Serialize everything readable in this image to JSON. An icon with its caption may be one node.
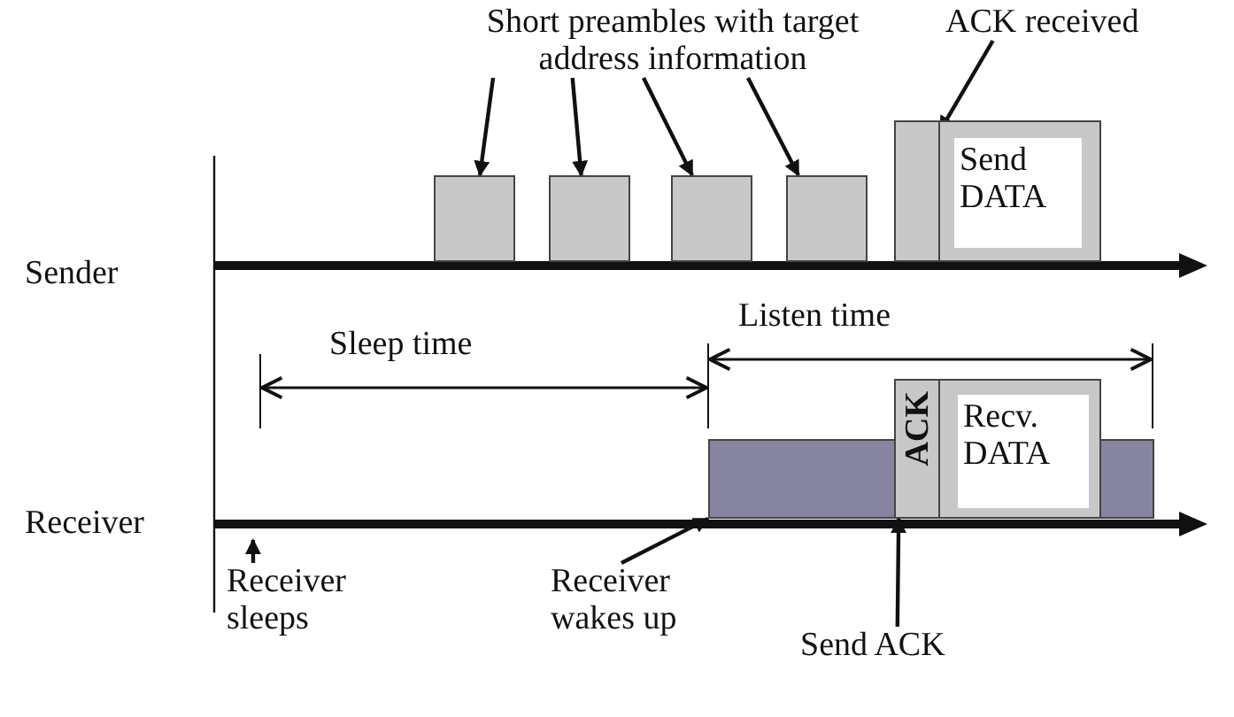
{
  "diagram": {
    "nodes": [
      {
        "text": [
          "Short preambles with target address information"
        ]
      },
      {
        "text": [],
        "shape": "box"
      },
      {
        "text": [],
        "shape": "box"
      },
      {
        "text": [],
        "shape": "box"
      },
      {
        "text": [],
        "shape": "box"
      },
      {
        "text": [
          "ACK received"
        ]
      },
      {
        "text": [],
        "shape": "box"
      },
      {
        "text": [
          "Send DATA"
        ]
      },
      {
        "text": [],
        "shape": "bar"
      },
      {
        "text": [
          "ACK"
        ]
      },
      {
        "text": [
          "Recv. DATA"
        ]
      },
      {
        "text": [
          "Receiver sleeps"
        ]
      },
      {
        "text": [
          "Receiver wakes up"
        ]
      },
      {
        "text": [
          "Send ACK"
        ]
      },
      {
        "text": [],
        "shape": "arrow"
      }
    ],
    "edges": [
      {
        "from": 0,
        "to": 1,
        "arrow": "to"
      },
      {
        "from": 0,
        "to": 2,
        "arrow": "to"
      },
      {
        "from": 0,
        "to": 3,
        "arrow": "to"
      },
      {
        "from": 0,
        "to": 4,
        "arrow": "to"
      },
      {
        "from": 5,
        "to": 6,
        "arrow": "to"
      },
      {
        "from": 11,
        "to": 14,
        "arrow": "to"
      },
      {
        "from": 12,
        "to": 8,
        "arrow": "to"
      },
      {
        "from": 13,
        "to": 9,
        "arrow": "to"
      }
    ],
    "labels": [
      "Sender",
      "Sleep time",
      "Listen time",
      "Receiver"
    ]
  }
}
